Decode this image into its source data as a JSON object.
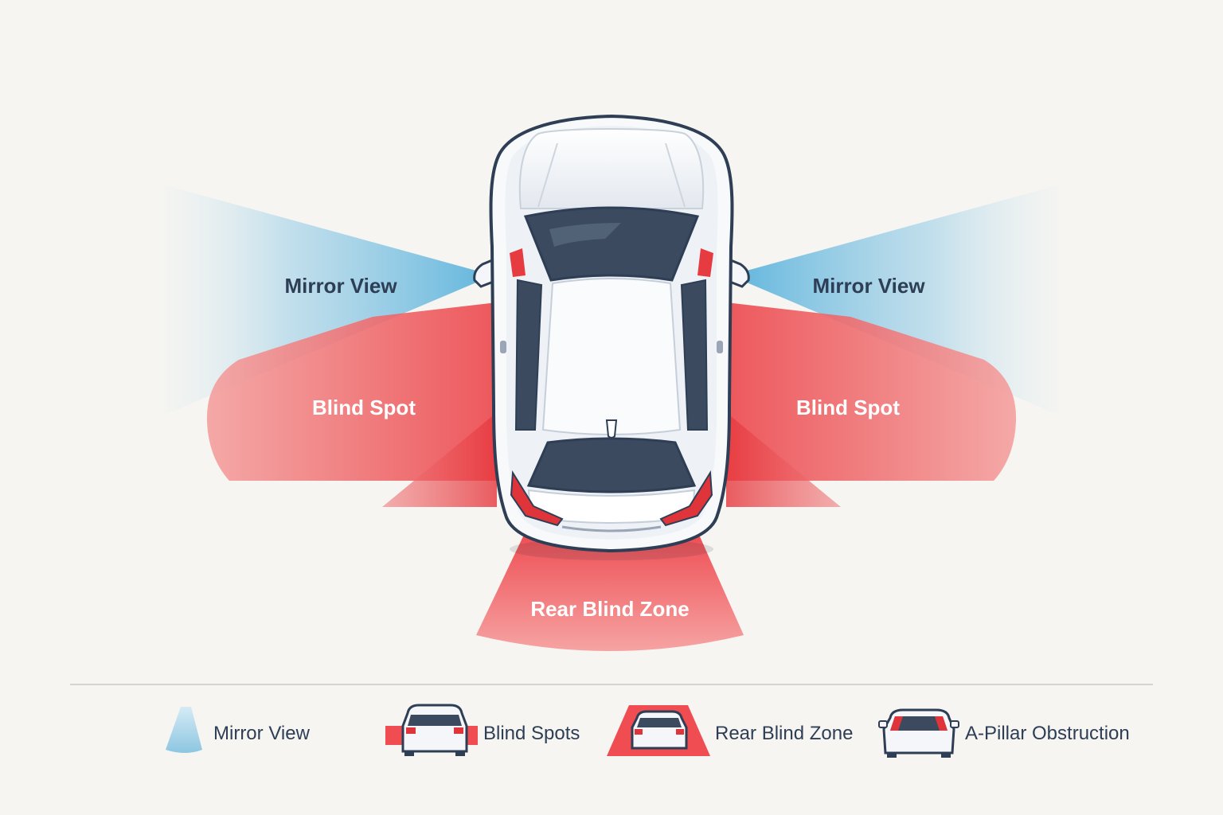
{
  "zones": {
    "mirror_left": "Mirror View",
    "mirror_right": "Mirror View",
    "blind_left": "Blind Spot",
    "blind_right": "Blind Spot",
    "rear": "Rear Blind Zone"
  },
  "legend": {
    "mirror_view": "Mirror View",
    "blind_spots": "Blind Spots",
    "rear_blind_zone": "Rear Blind Zone",
    "a_pillar": "A-Pillar Obstruction"
  },
  "colors": {
    "mirror_blue": "#7fc1e0",
    "blind_red": "#ef4d52",
    "text_dark": "#2d3e55",
    "background": "#f6f5f1"
  }
}
